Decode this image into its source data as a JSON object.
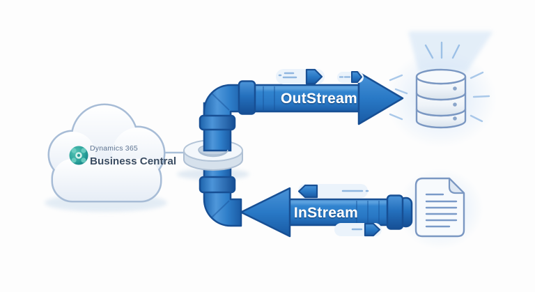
{
  "cloud": {
    "line1": "Dynamics 365",
    "line2": "Business Central"
  },
  "pipes": {
    "outstream": {
      "label": "OutStream",
      "direction": "right",
      "target": "database-icon"
    },
    "instream": {
      "label": "InStream",
      "direction": "left",
      "source": "file-icon"
    }
  },
  "icons": {
    "source_cloud": "business-central-cloud",
    "logo": "dynamics365-logo-icon",
    "junction": "pipe-flange",
    "database": "database-icon",
    "document": "file-icon",
    "packets": [
      "packet-arrow-right",
      "packet-arrow-right",
      "packet-arrow-left",
      "packet-arrow-right"
    ]
  },
  "colors": {
    "pipe_blue": "#2a7ac8",
    "pipe_highlight": "#5aa0de",
    "pipe_shadow": "#1b5da6",
    "pipe_outline": "#174f94",
    "icon_outline": "#7a97c2",
    "cloud_outline": "#a7bcd6",
    "logo_teal": "#2a9d98",
    "stream_label_text": "#ffffff",
    "product_text": "#3a4c62",
    "product_text_muted": "#5d7390",
    "background": "#fdfdfd"
  }
}
